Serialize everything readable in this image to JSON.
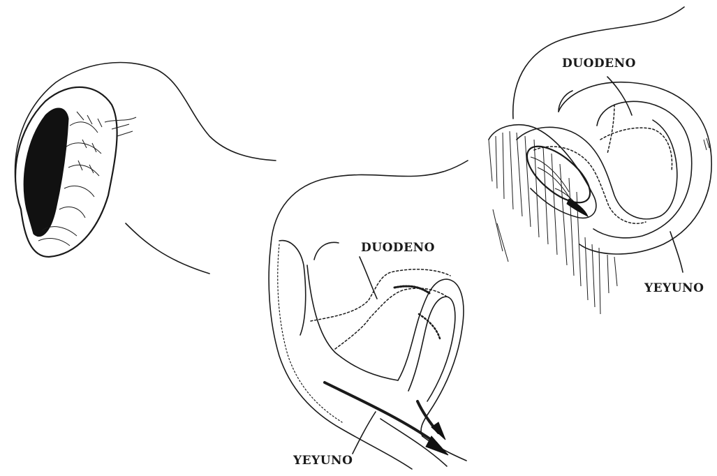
{
  "labels": {
    "middle_duodeno": "DUODENO",
    "middle_yeyuno": "YEYUNO",
    "right_duodeno": "DUODENO",
    "right_yeyuno": "YEYUNO"
  },
  "colors": {
    "ink": "#1a1a1a",
    "background": "#ffffff"
  }
}
